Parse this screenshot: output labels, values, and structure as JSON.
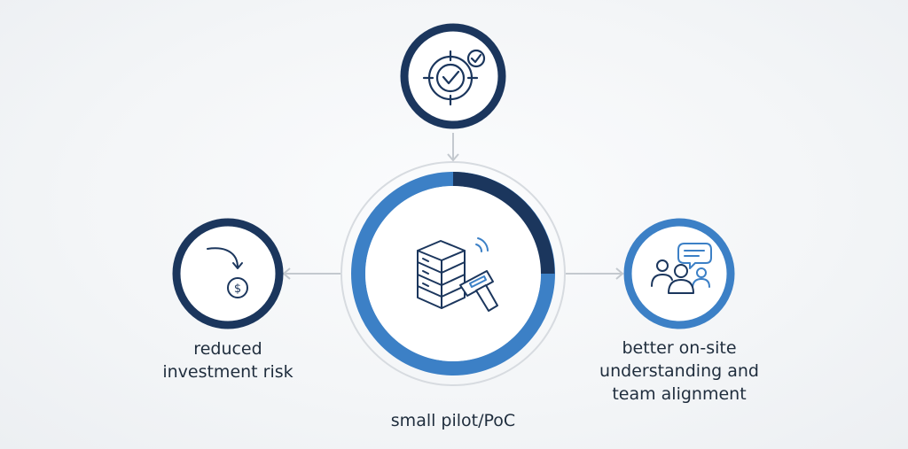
{
  "diagram": {
    "center": {
      "label": "small pilot/PoC",
      "icon": "server-with-handheld-scanner-icon"
    },
    "top": {
      "icon": "target-with-checkmark-icon"
    },
    "left": {
      "label_lines": [
        "reduced",
        "investment risk"
      ],
      "icon": "arrow-to-dollar-coin-icon"
    },
    "right": {
      "label_lines": [
        "better on-site",
        "understanding and",
        "team alignment"
      ],
      "icon": "team-discussion-icon"
    },
    "colors": {
      "navy": "#1b365d",
      "blue": "#3c80c6",
      "arrow": "#c4c9cf",
      "outer_ring": "#d7dbe0"
    }
  }
}
